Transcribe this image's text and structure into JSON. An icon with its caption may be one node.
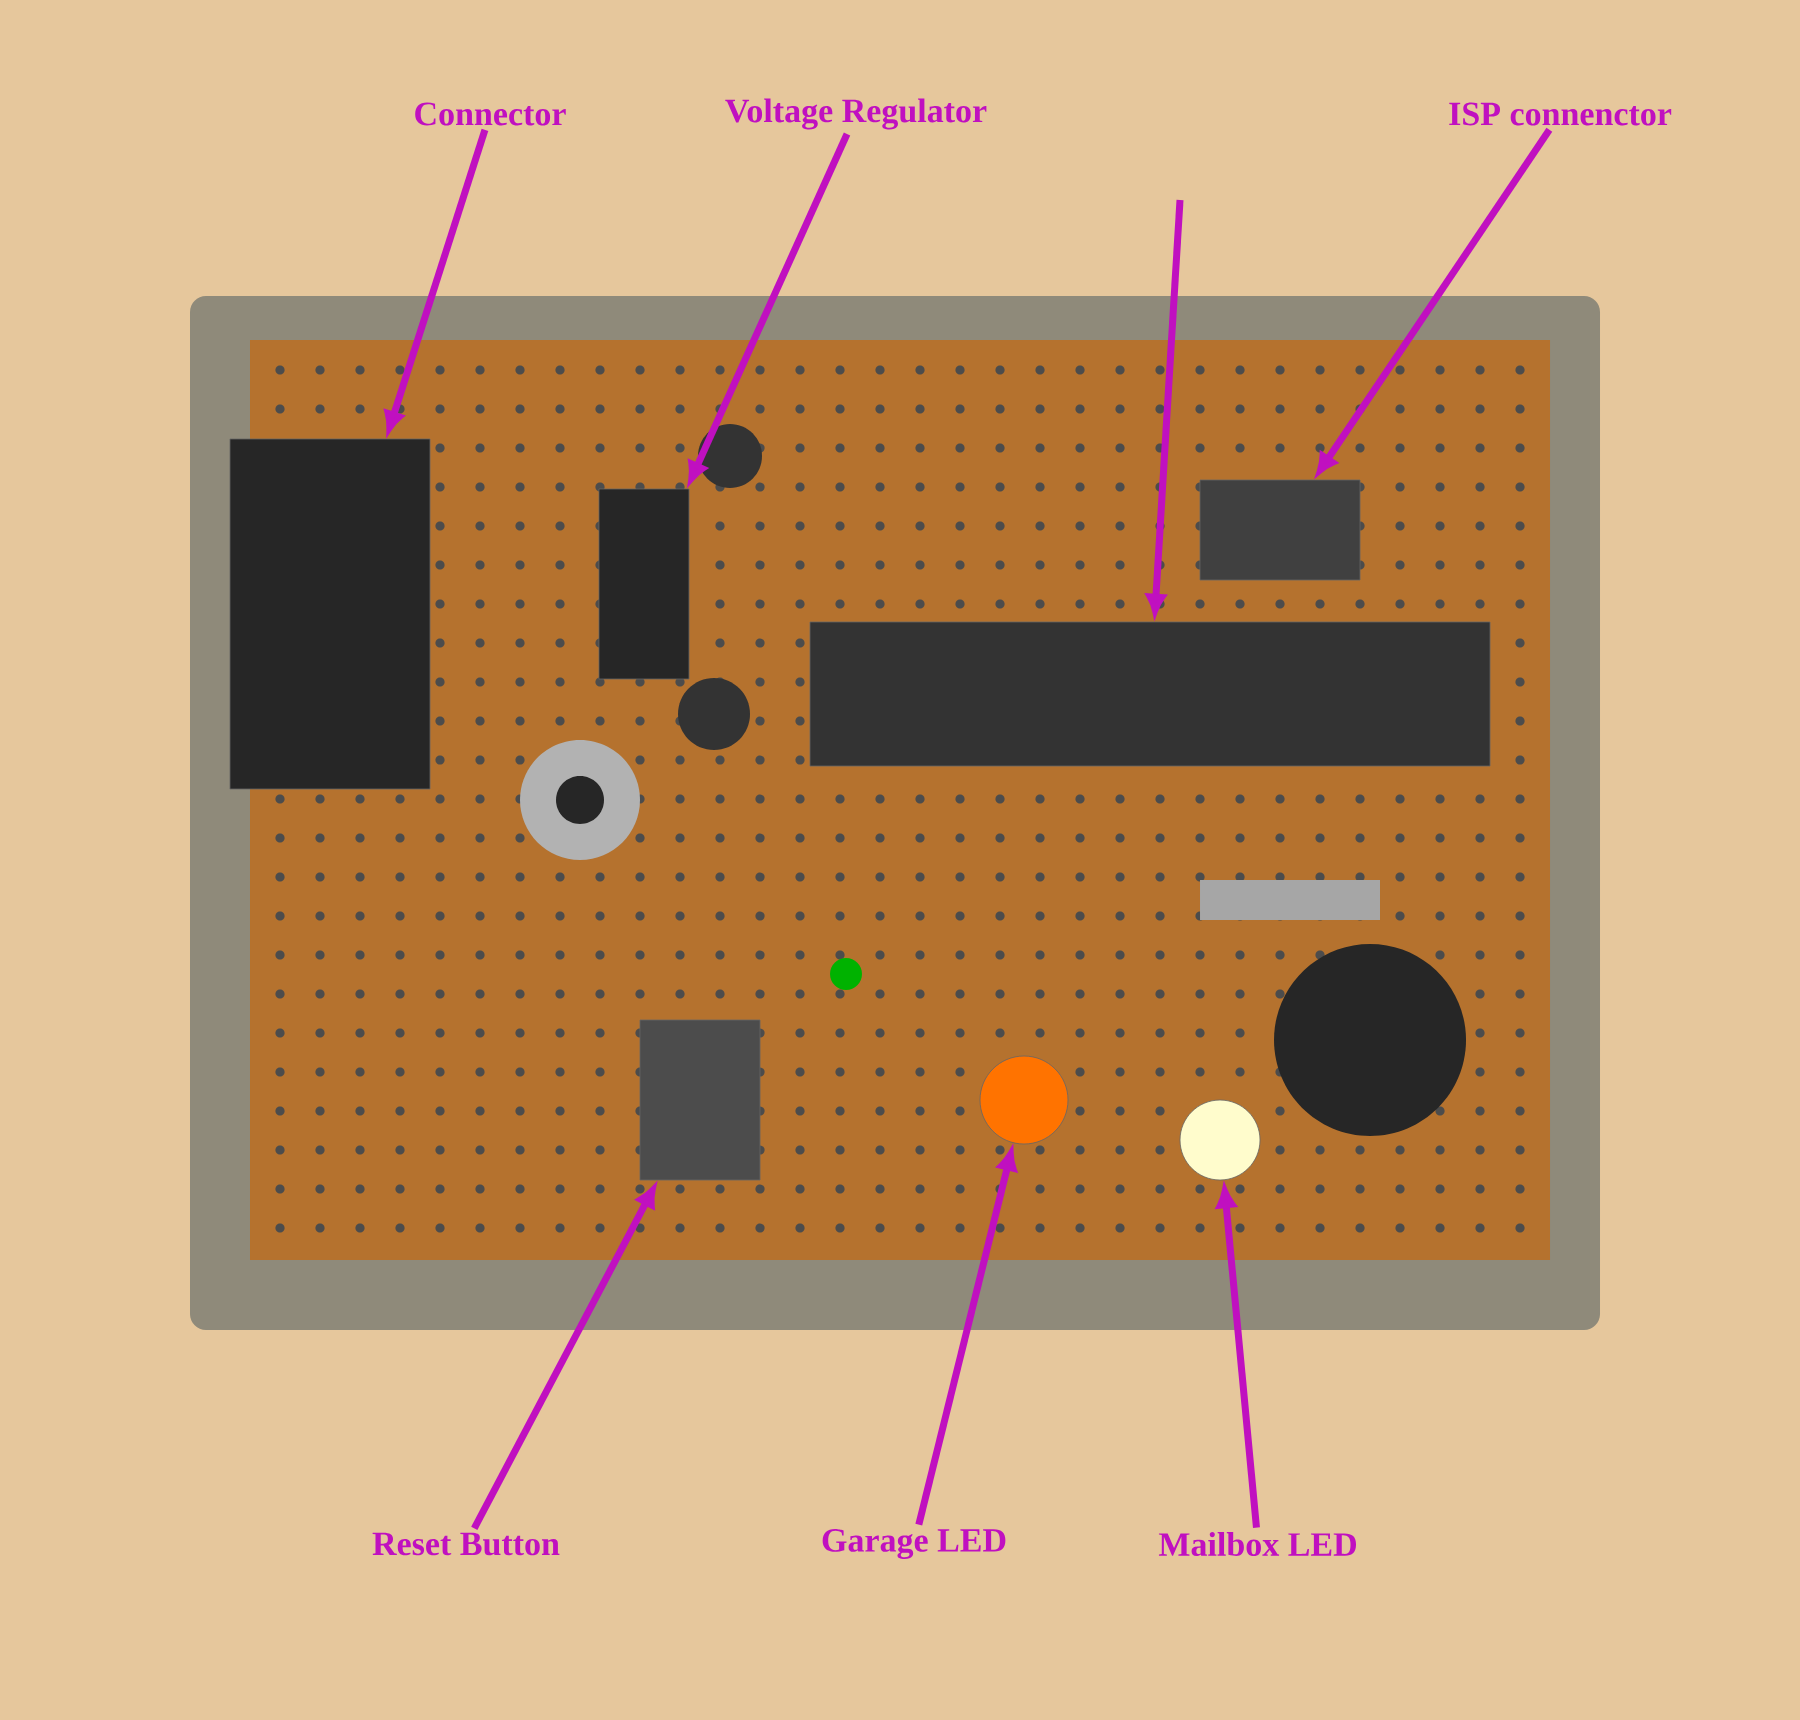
{
  "diagram": {
    "nodes": [
      {
        "text": [
          "Connector"
        ]
      },
      {
        "text": [
          "Voltage Regulator"
        ]
      },
      {
        "text": [
          "ISP connenctor"
        ]
      },
      {
        "text": [
          "Reset Button"
        ]
      },
      {
        "text": [
          "Garage LED"
        ]
      },
      {
        "text": [
          "Mailbox LED"
        ]
      },
      {
        "text": [],
        "shape": "box"
      },
      {
        "text": [],
        "shape": "box"
      },
      {
        "text": [],
        "shape": "box"
      },
      {
        "text": [],
        "shape": "box"
      },
      {
        "text": [],
        "shape": "box"
      },
      {
        "text": [],
        "shape": "circle"
      },
      {
        "text": [],
        "shape": "circle"
      }
    ],
    "edges": [
      {
        "from": 0,
        "to": 6,
        "arrow": "to"
      },
      {
        "from": 1,
        "to": 7,
        "arrow": "to"
      },
      {
        "from": null,
        "to": 8,
        "arrow": "to"
      },
      {
        "from": 2,
        "to": 9,
        "arrow": "to"
      },
      {
        "from": 3,
        "to": 10,
        "arrow": "to"
      },
      {
        "from": 4,
        "to": 11,
        "arrow": "to"
      },
      {
        "from": 5,
        "to": 12,
        "arrow": "to"
      }
    ]
  }
}
